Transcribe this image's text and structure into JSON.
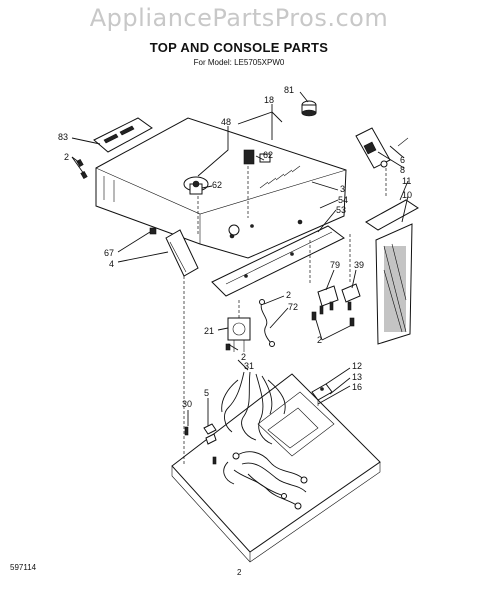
{
  "watermark": "AppliancePartsPros.com",
  "title": "TOP AND CONSOLE PARTS",
  "subtitle": "For Model: LE5705XPW0",
  "footer_code": "597114",
  "page_number": "2",
  "callouts": {
    "c81": "81",
    "c18": "18",
    "c83": "83",
    "c48": "48",
    "c2a": "2",
    "c62a": "62",
    "c62b": "62",
    "c6": "6",
    "c8": "8",
    "c11": "11",
    "c10": "10",
    "c3": "3",
    "c54": "54",
    "c53": "53",
    "c67": "67",
    "c4": "4",
    "c79": "79",
    "c39": "39",
    "c2b": "2",
    "c72": "72",
    "c21": "21",
    "c2c": "2",
    "c2d": "2",
    "c31": "31",
    "c12": "12",
    "c13": "13",
    "c16": "16",
    "c5": "5",
    "c30": "30"
  }
}
